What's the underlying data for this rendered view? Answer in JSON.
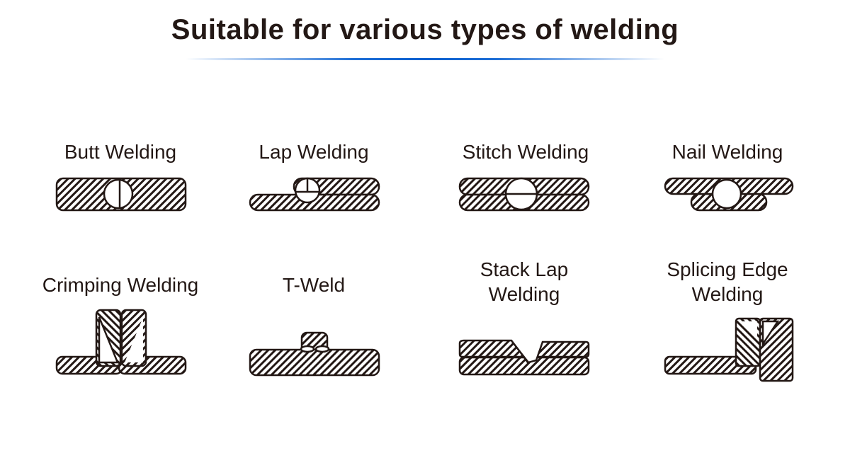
{
  "header": {
    "title": "Suitable for various types of welding"
  },
  "colors": {
    "ink": "#231815",
    "accent": "#0b5fcf",
    "background": "#ffffff"
  },
  "items": [
    {
      "label": "Butt Welding"
    },
    {
      "label": "Lap Welding"
    },
    {
      "label": "Stitch Welding"
    },
    {
      "label": "Nail Welding"
    },
    {
      "label": "Crimping Welding"
    },
    {
      "label": "T-Weld"
    },
    {
      "label": "Stack Lap\nWelding"
    },
    {
      "label": "Splicing Edge\nWelding"
    }
  ]
}
